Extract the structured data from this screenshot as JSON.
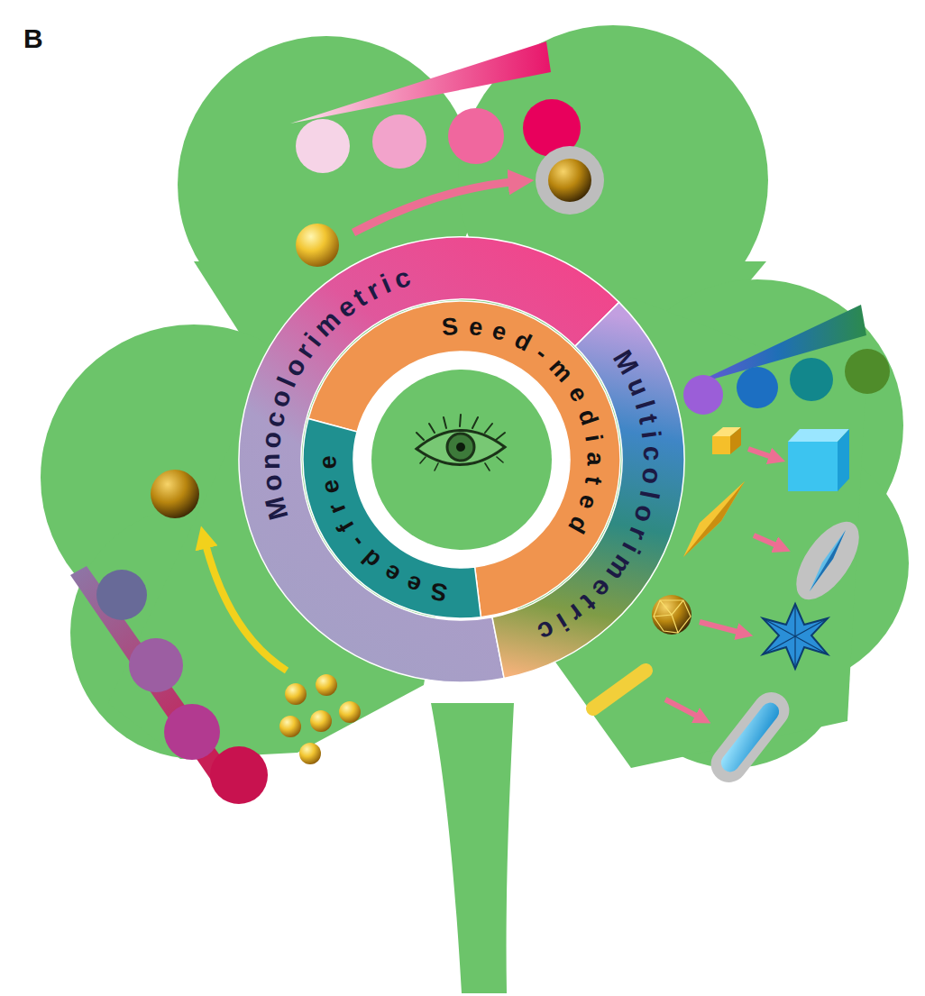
{
  "diagram": {
    "nodes": [
      {
        "text": [
          "Monocolorimetric"
        ]
      },
      {
        "text": [
          "Multicolorimetric"
        ]
      },
      {
        "text": [
          "Seed-mediated"
        ]
      },
      {
        "text": [
          "Seed-free"
        ]
      }
    ],
    "labels": [
      "B"
    ]
  }
}
